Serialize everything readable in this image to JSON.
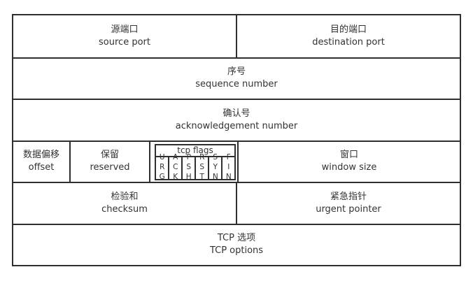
{
  "colors": {
    "background": "#ffffff",
    "border": "#2f2f2f",
    "text": "#333333"
  },
  "fields": {
    "source_port": {
      "zh": "源端口",
      "en": "source port"
    },
    "destination_port": {
      "zh": "目的端口",
      "en": "destination port"
    },
    "sequence_number": {
      "zh": "序号",
      "en": "sequence number"
    },
    "acknowledgement_number": {
      "zh": "确认号",
      "en": "acknowledgement number"
    },
    "offset": {
      "zh": "数据偏移",
      "en": "offset"
    },
    "reserved": {
      "zh": "保留",
      "en": "reserved"
    },
    "tcp_flags": {
      "label": "tcp flags",
      "flags": [
        "URG",
        "ACK",
        "PSH",
        "RST",
        "SYN",
        "FIN"
      ]
    },
    "window_size": {
      "zh": "窗口",
      "en": "window size"
    },
    "checksum": {
      "zh": "检验和",
      "en": "checksum"
    },
    "urgent_pointer": {
      "zh": "紧急指针",
      "en": "urgent pointer"
    },
    "tcp_options": {
      "zh": "TCP 选项",
      "en": "TCP options"
    }
  }
}
